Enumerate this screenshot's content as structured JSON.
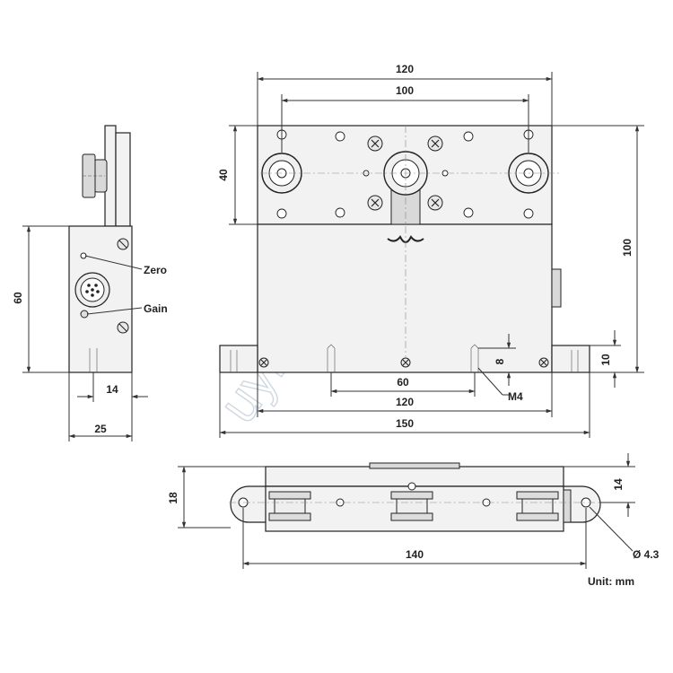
{
  "top_view": {
    "dim_overall_width": "120",
    "dim_hole_spacing": "100",
    "dim_plate_height": "40",
    "dim_body_height": "100",
    "dim_lower_spacing": "60",
    "dim_body_width": "120",
    "dim_base_width": "150",
    "dim_slot_depth": "8",
    "dim_foot_height": "10",
    "thread_label": "M4"
  },
  "side_view": {
    "dim_height": "60",
    "dim_inner_width": "14",
    "dim_width": "25",
    "label_zero": "Zero",
    "label_gain": "Gain"
  },
  "bottom_view": {
    "dim_height": "18",
    "dim_flange": "14",
    "dim_mount_spacing": "140",
    "dim_hole_diameter": "Ø 4.3"
  },
  "unit_label": "Unit: mm",
  "watermark": "uyiqi.com"
}
